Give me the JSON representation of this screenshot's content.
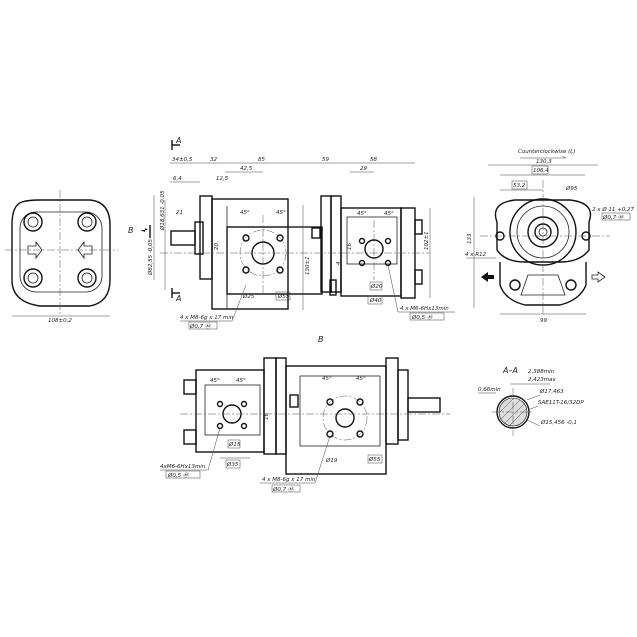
{
  "section_marks": {
    "a_top": "A",
    "a_bottom": "A",
    "b_left": "B",
    "b_view": "B",
    "section_title": "A–A"
  },
  "side_view": {
    "dims_top": [
      "34±0,5",
      "32",
      "85",
      "59",
      "58"
    ],
    "dims_second": [
      "6,4",
      "12,5",
      "42,5",
      "29"
    ],
    "dim_21": "21",
    "dia_shaft": "Ø18,631 -0,05",
    "dia_pilot": "Ø82,55 -0,05",
    "dim_20": "20",
    "dim_130": "130±1",
    "dim_102": "102±1",
    "dim_16": "16",
    "dim_4": "4",
    "angles": [
      "45°",
      "45°",
      "45°",
      "45°"
    ],
    "dia_25": "Ø25",
    "dia_55": "Ø55",
    "dia_20": "Ø20",
    "dia_40": "Ø40",
    "thread_left": "4 x M8-6g x 17 min",
    "tol_left": "Ø0,7 Ⓜ",
    "thread_right": "4 x M6-6Hx13min",
    "tol_right": "Ø0,5 Ⓜ"
  },
  "left_view": {
    "dim_108": "108±0,2"
  },
  "end_view": {
    "rotation": "Counterclockwise (L)",
    "dim_130_3": "130,3",
    "dim_106_4": "106,4",
    "dim_53_2": "53,2",
    "dia_95": "Ø95",
    "holes": "2 x Ø 11 +0,27",
    "holes_tol": "Ø0,7 Ⓜ",
    "radius": "4 x R12",
    "dim_133": "133",
    "dim_99": "99"
  },
  "bottom_view": {
    "angles": [
      "45°",
      "45°",
      "45°",
      "45°"
    ],
    "dim_16": "16",
    "dia_15": "Ø15",
    "dia_35": "Ø35",
    "dia_19": "Ø19",
    "dia_55": "Ø55",
    "thread_left": "4xM6-6Hx13min",
    "tol_left": "Ø0,5 Ⓜ",
    "thread_right": "4 x M8-6g x 17 min",
    "tol_right": "Ø0,7 Ⓜ"
  },
  "section": {
    "tooth_min": "2,388min",
    "tooth_max": "2,423max",
    "root": "0,66min",
    "dia_major": "Ø17,463",
    "spline": "SAE11T-16/32DP",
    "dia_minor": "Ø15,456 -0,1"
  }
}
